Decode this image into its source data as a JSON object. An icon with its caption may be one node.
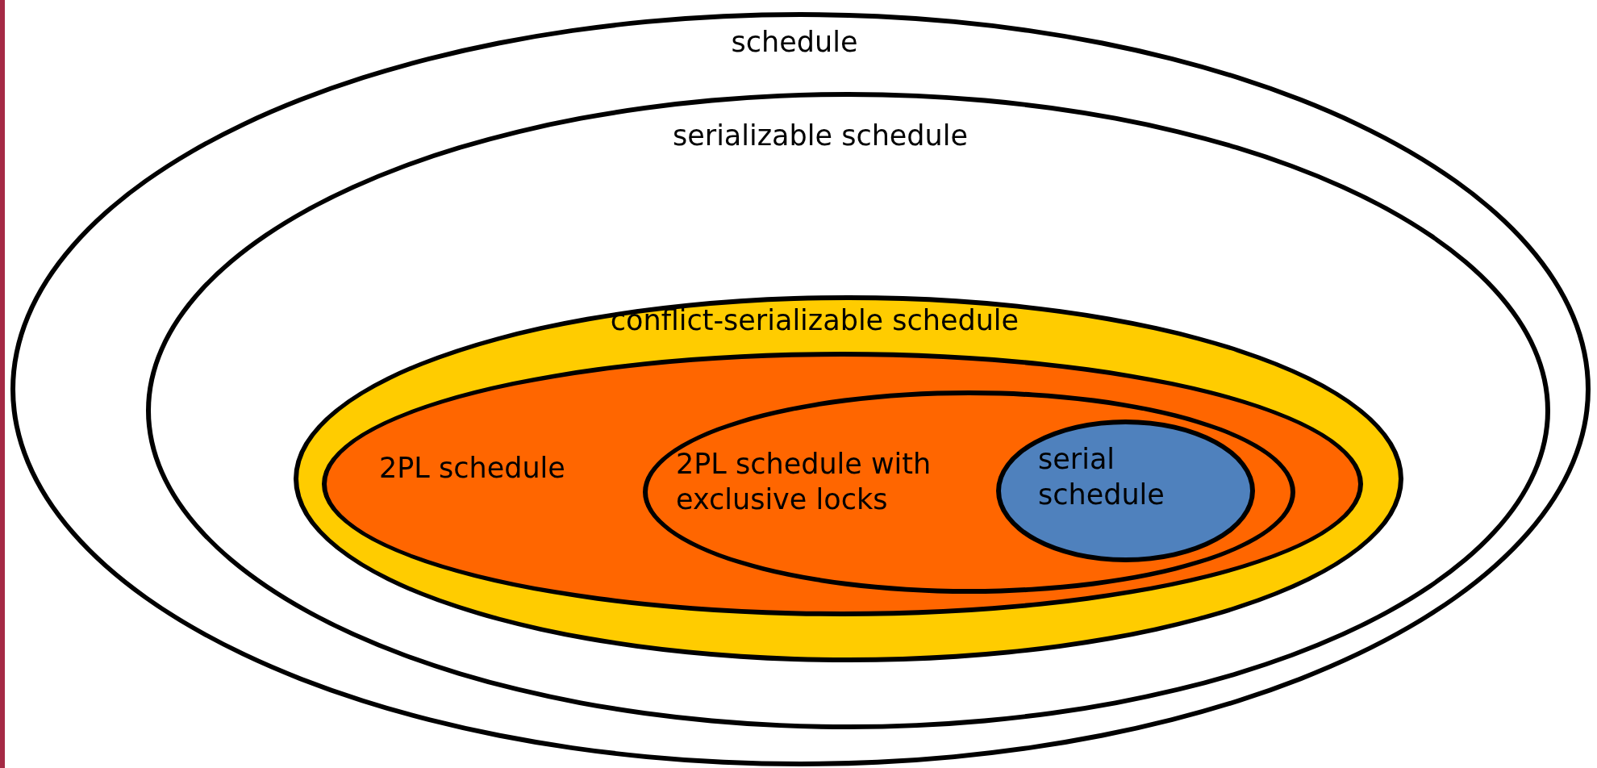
{
  "diagram": {
    "nodes": [
      {
        "text": [
          "schedule"
        ]
      },
      {
        "text": [
          "serializable schedule"
        ],
        "in": 0
      },
      {
        "text": [
          "conflict-serializable schedule"
        ],
        "in": 1
      },
      {
        "text": [
          "2PL schedule"
        ],
        "in": 2
      },
      {
        "text": [
          "2PL schedule with exclusive locks"
        ],
        "in": 3
      },
      {
        "text": [
          "serial schedule"
        ],
        "in": 4
      }
    ]
  }
}
